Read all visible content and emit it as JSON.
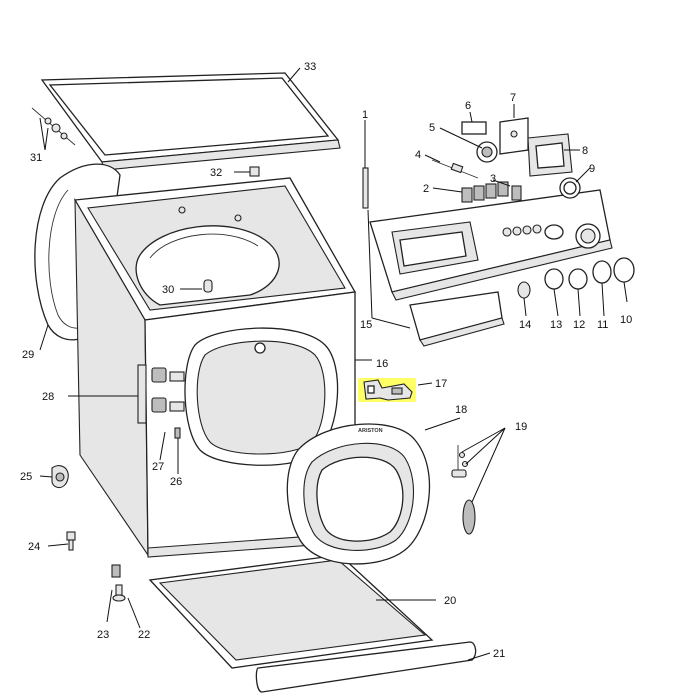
{
  "diagram": {
    "brand_text": "ARISTON",
    "highlight_color": "#ffff66",
    "highlighted_part": "17",
    "callouts": [
      {
        "id": "1",
        "label": "1"
      },
      {
        "id": "2",
        "label": "2"
      },
      {
        "id": "3",
        "label": "3"
      },
      {
        "id": "4",
        "label": "4"
      },
      {
        "id": "5",
        "label": "5"
      },
      {
        "id": "6",
        "label": "6"
      },
      {
        "id": "7",
        "label": "7"
      },
      {
        "id": "8",
        "label": "8"
      },
      {
        "id": "9",
        "label": "9"
      },
      {
        "id": "10",
        "label": "10"
      },
      {
        "id": "11",
        "label": "11"
      },
      {
        "id": "12",
        "label": "12"
      },
      {
        "id": "13",
        "label": "13"
      },
      {
        "id": "14",
        "label": "14"
      },
      {
        "id": "15",
        "label": "15"
      },
      {
        "id": "16",
        "label": "16"
      },
      {
        "id": "17",
        "label": "17"
      },
      {
        "id": "18",
        "label": "18"
      },
      {
        "id": "19",
        "label": "19"
      },
      {
        "id": "20",
        "label": "20"
      },
      {
        "id": "21",
        "label": "21"
      },
      {
        "id": "22",
        "label": "22"
      },
      {
        "id": "23",
        "label": "23"
      },
      {
        "id": "24",
        "label": "24"
      },
      {
        "id": "25",
        "label": "25"
      },
      {
        "id": "26",
        "label": "26"
      },
      {
        "id": "27",
        "label": "27"
      },
      {
        "id": "28",
        "label": "28"
      },
      {
        "id": "29",
        "label": "29"
      },
      {
        "id": "30",
        "label": "30"
      },
      {
        "id": "31",
        "label": "31"
      },
      {
        "id": "32",
        "label": "32"
      },
      {
        "id": "33",
        "label": "33"
      }
    ]
  }
}
